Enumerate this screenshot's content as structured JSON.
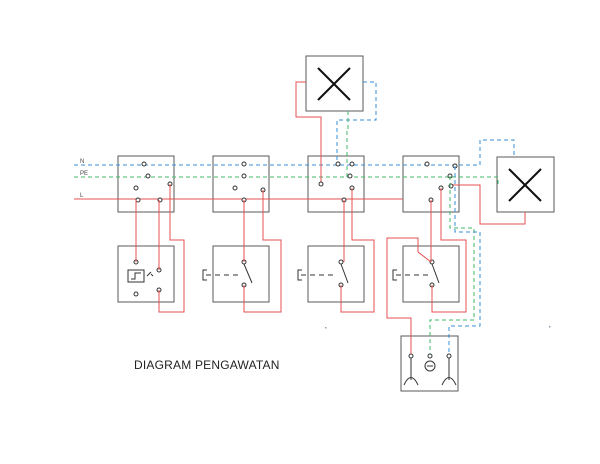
{
  "diagram": {
    "title": "DIAGRAM PENGAWATAN",
    "bus_labels": {
      "neutral": "N",
      "earth": "PE",
      "line": "L"
    },
    "colors": {
      "line": "#e65050",
      "neutral": "#3b8fd6",
      "earth": "#3fb86a",
      "frame": "#5a5a5a"
    },
    "components": [
      {
        "name": "lamp-top",
        "symbol": "lamp-cross-icon"
      },
      {
        "name": "lamp-right",
        "symbol": "lamp-cross-icon"
      },
      {
        "name": "staircase-timer",
        "symbol": "timer-switch-icon"
      },
      {
        "name": "switch-2",
        "symbol": "single-switch-icon"
      },
      {
        "name": "switch-3",
        "symbol": "single-switch-icon"
      },
      {
        "name": "switch-4",
        "symbol": "single-switch-icon"
      },
      {
        "name": "socket-outlet",
        "symbol": "socket-outlet-icon"
      }
    ]
  }
}
